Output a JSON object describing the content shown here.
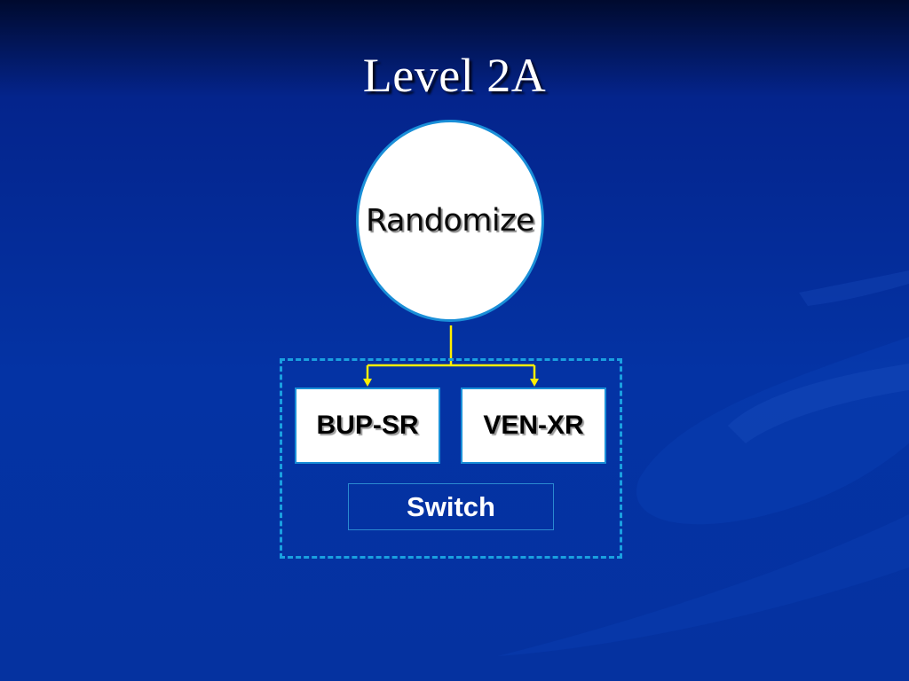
{
  "slide": {
    "title": "Level 2A"
  },
  "diagram": {
    "root": {
      "label": "Randomize"
    },
    "arms": [
      {
        "label": "BUP-SR"
      },
      {
        "label": "VEN-XR"
      }
    ],
    "group": {
      "label": "Switch"
    }
  },
  "colors": {
    "background": "#0433a4",
    "connector": "#ffee00",
    "outline": "#1a8fd8",
    "dashed_group": "#1aa0e0"
  }
}
